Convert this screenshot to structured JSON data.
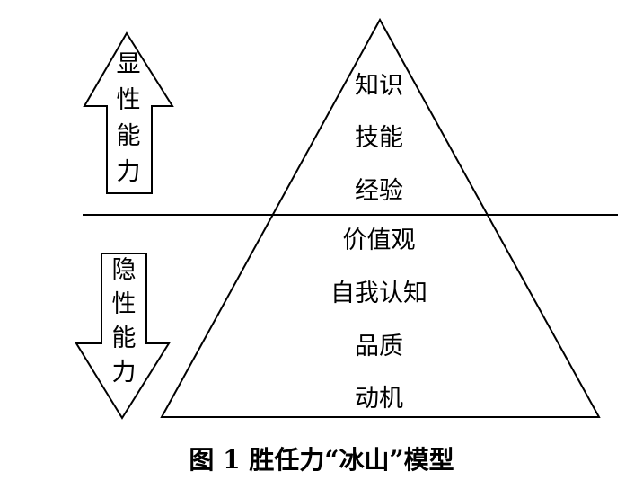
{
  "diagram": {
    "above_water": [
      "知识",
      "技能",
      "经验"
    ],
    "below_water": [
      "价值观",
      "自我认知",
      "品质",
      "动机"
    ],
    "explicit_arrow_label": [
      "显",
      "性",
      "能",
      "力"
    ],
    "implicit_arrow_label": [
      "隐",
      "性",
      "能",
      "力"
    ],
    "caption": "图 1  胜任力“冰山”模型",
    "colors": {
      "stroke": "#000000",
      "background": "#ffffff"
    }
  }
}
